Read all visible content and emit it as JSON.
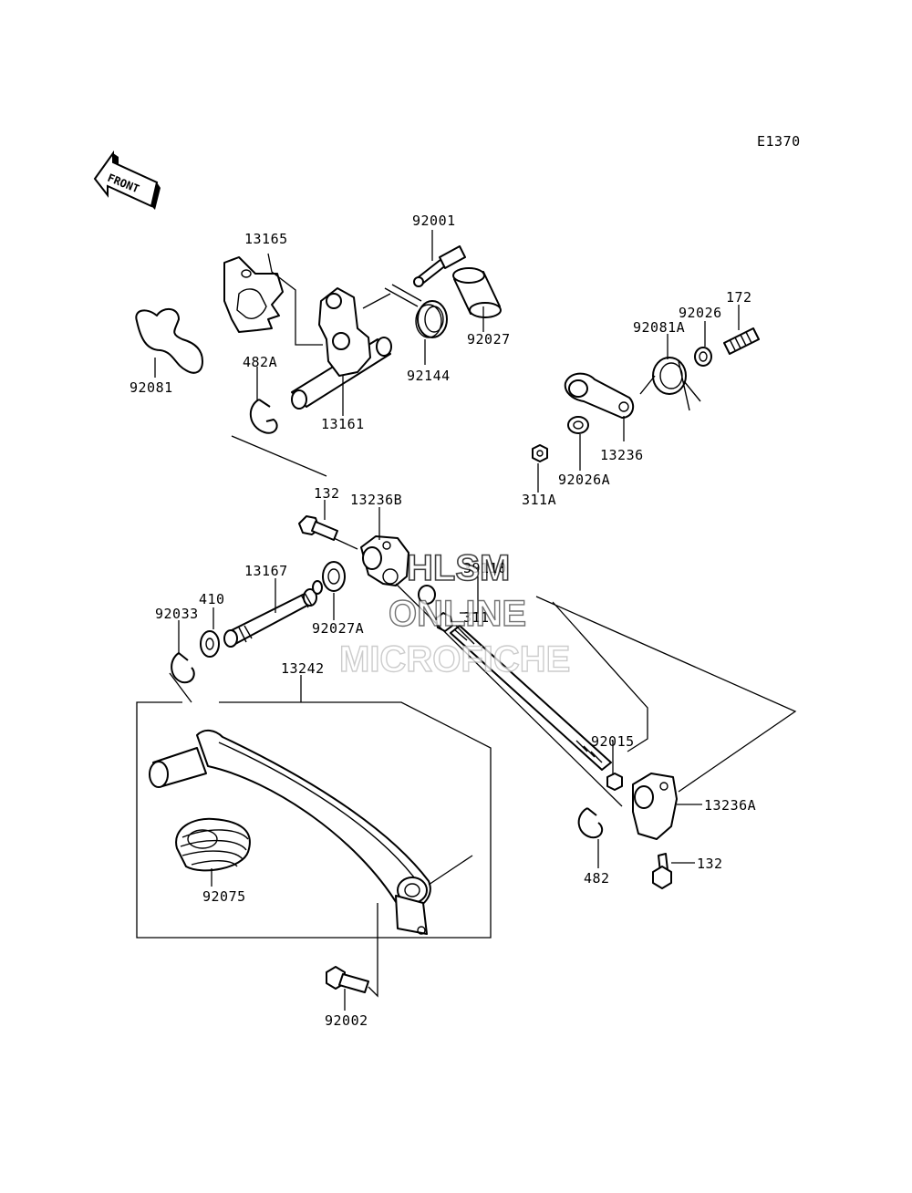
{
  "diagram_code": "E1370",
  "front_arrow_label": "FRONT",
  "watermark": {
    "line1": "HLSM",
    "line2": "ONLINE",
    "line3": "MICROFICHE"
  },
  "parts": [
    {
      "id": "92001"
    },
    {
      "id": "13165"
    },
    {
      "id": "92081"
    },
    {
      "id": "482A"
    },
    {
      "id": "13161"
    },
    {
      "id": "92144"
    },
    {
      "id": "92027"
    },
    {
      "id": "172"
    },
    {
      "id": "92026"
    },
    {
      "id": "92081A"
    },
    {
      "id": "13236"
    },
    {
      "id": "92026A"
    },
    {
      "id": "311A"
    },
    {
      "id": "132"
    },
    {
      "id": "13236B"
    },
    {
      "id": "13167"
    },
    {
      "id": "39110"
    },
    {
      "id": "311"
    },
    {
      "id": "410"
    },
    {
      "id": "92033"
    },
    {
      "id": "92027A"
    },
    {
      "id": "13242"
    },
    {
      "id": "92015"
    },
    {
      "id": "13236A"
    },
    {
      "id": "482"
    },
    {
      "id": "132"
    },
    {
      "id": "92075"
    },
    {
      "id": "92002"
    }
  ]
}
